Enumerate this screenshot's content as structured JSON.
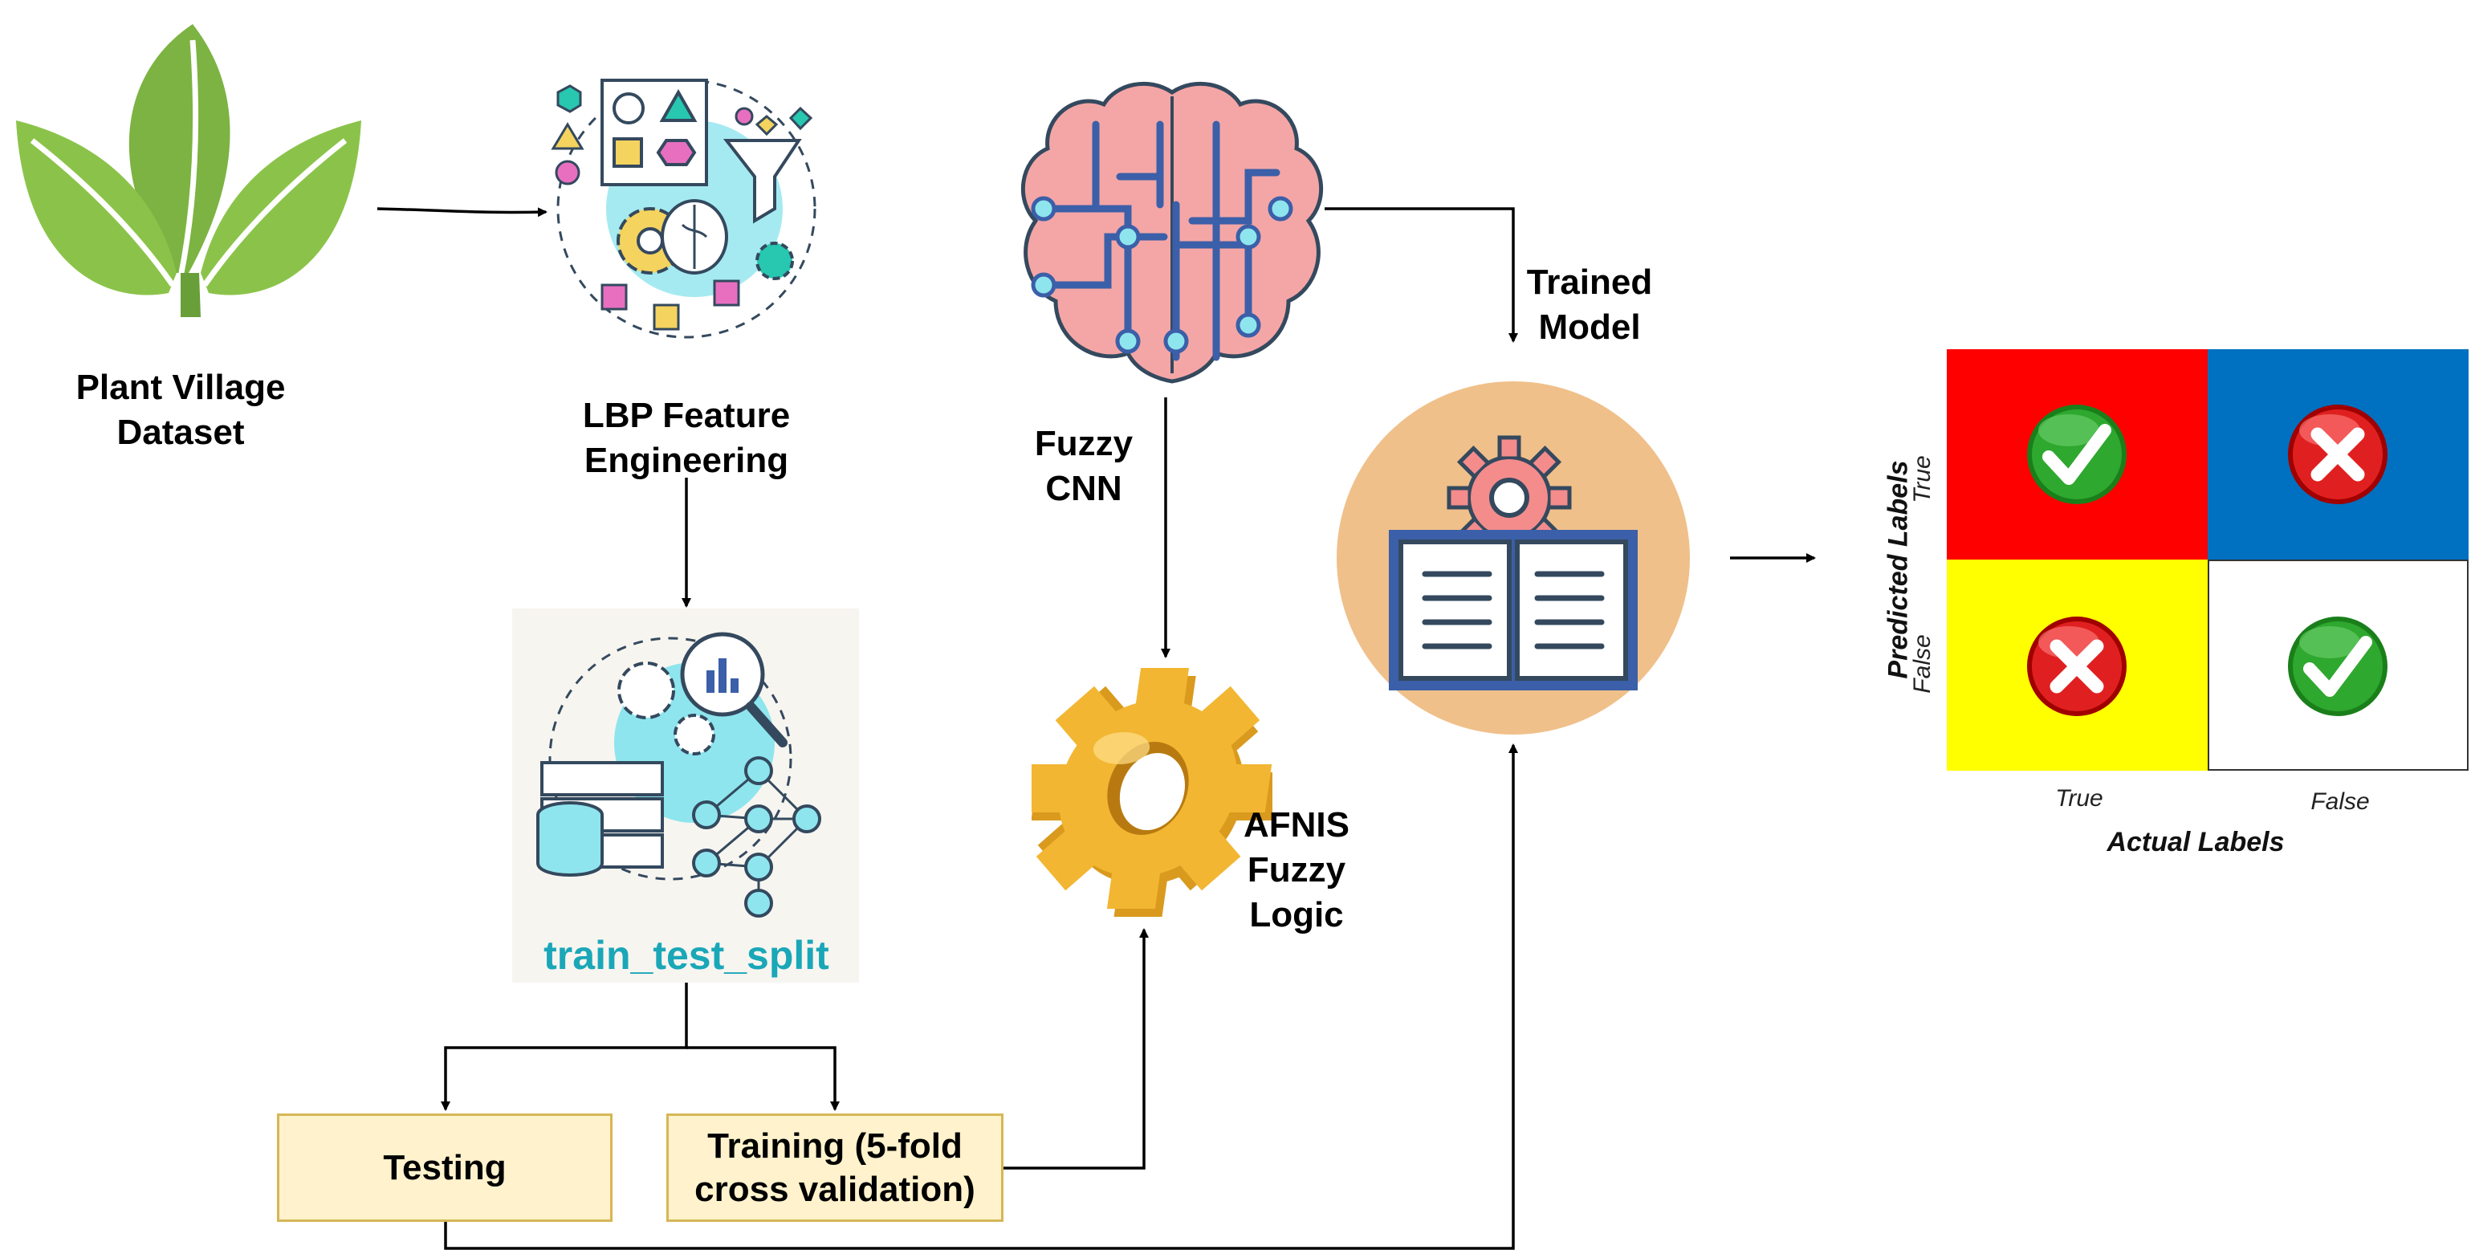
{
  "nodes": {
    "dataset": "Plant Village\nDataset",
    "lbp": "LBP Feature\nEngineering",
    "split": "train_test_split",
    "fuzzy_cnn": "Fuzzy\nCNN",
    "trained_model": "Trained\nModel",
    "afnis": "AFNIS\nFuzzy\nLogic",
    "testing": "Testing",
    "training": "Training (5-fold\ncross validation)"
  },
  "confusion_matrix": {
    "y_axis_label": "Predicted Labels",
    "x_axis_label": "Actual Labels",
    "y_ticks": [
      "True",
      "False"
    ],
    "x_ticks": [
      "True",
      "False"
    ],
    "cells": [
      {
        "color": "#ff0000",
        "mark": "check"
      },
      {
        "color": "#0070c0",
        "mark": "cross"
      },
      {
        "color": "#ffff00",
        "mark": "cross"
      },
      {
        "color": "#ffffff",
        "mark": "check"
      }
    ]
  },
  "colors": {
    "leaf": "#7cb342",
    "split_text": "#1aa7b8",
    "box_fill": "#fff2cc",
    "box_border": "#d6b656",
    "brain": "#f4a6a6",
    "circuit": "#3b5fa8",
    "gear_gold": "#f2b632",
    "model_circle": "#f0c08a"
  }
}
